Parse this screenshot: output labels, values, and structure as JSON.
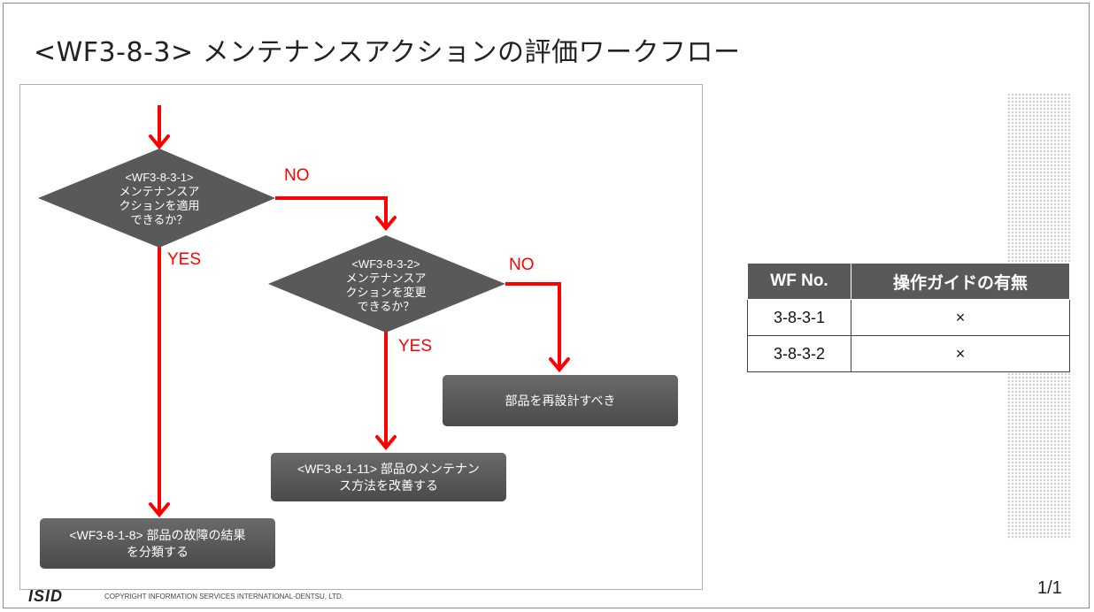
{
  "slide": {
    "title": "<WF3-8-3> メンテナンスアクションの評価ワークフロー",
    "page_number": "1/1"
  },
  "flowchart": {
    "decision_1": "<WF3-8-3-1>\nメンテナンスア\nクションを適用\nできるか？",
    "decision_2": "<WF3-8-3-2>\nメンテナンスア\nクションを変更\nできるか？",
    "result_redesign": "部品を再設計すべき",
    "result_improve": "<WF3-8-1-11> 部品のメンテナン\nス方法を改善する",
    "result_classify": "<WF3-8-1-8> 部品の故障の結果\nを分類する",
    "label_no_1": "NO",
    "label_yes_1": "YES",
    "label_no_2": "NO",
    "label_yes_2": "YES"
  },
  "table": {
    "headers": [
      "WF No.",
      "操作ガイドの有無"
    ],
    "rows": [
      [
        "3-8-3-1",
        "×"
      ],
      [
        "3-8-3-2",
        "×"
      ]
    ]
  },
  "footer": {
    "logo": "ISID",
    "copyright": "COPYRIGHT INFORMATION SERVICES INTERNATIONAL-DENTSU, LTD."
  },
  "colors": {
    "arrow": "#ff0000",
    "node_fill": "#595959",
    "table_header": "#595959"
  }
}
